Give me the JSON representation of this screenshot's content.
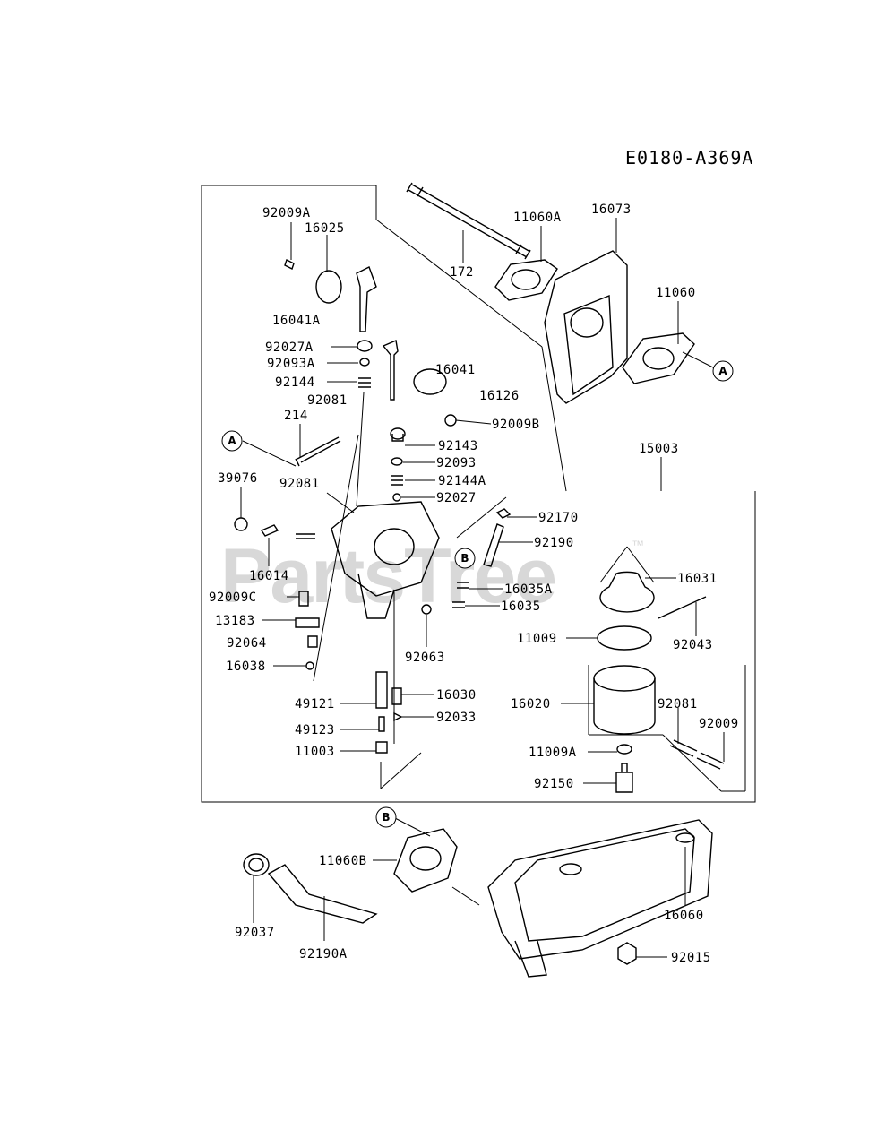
{
  "diagram_code": "E0180-A369A",
  "watermark": {
    "text": "PartsTree",
    "trademark": "™"
  },
  "callouts": {
    "A": "A",
    "B": "B"
  },
  "parts": {
    "p92009A": "92009A",
    "p16025": "16025",
    "p16041A": "16041A",
    "p92027A": "92027A",
    "p92093A": "92093A",
    "p92144": "92144",
    "p92081a": "92081",
    "p214": "214",
    "p39076": "39076",
    "p92081b": "92081",
    "p16014": "16014",
    "p92009C": "92009C",
    "p13183": "13183",
    "p92064": "92064",
    "p16038": "16038",
    "p49121": "49121",
    "p49123": "49123",
    "p11003": "11003",
    "p172": "172",
    "p11060A": "11060A",
    "p16073": "16073",
    "p11060": "11060",
    "p16041": "16041",
    "p16126": "16126",
    "p92009B": "92009B",
    "p92143": "92143",
    "p92093": "92093",
    "p92144A": "92144A",
    "p92027": "92027",
    "p92170": "92170",
    "p92190": "92190",
    "p16035A": "16035A",
    "p16035": "16035",
    "p92063": "92063",
    "p16030": "16030",
    "p92033": "92033",
    "p15003": "15003",
    "p16031": "16031",
    "p11009": "11009",
    "p92043": "92043",
    "p16020": "16020",
    "p92081c": "92081",
    "p92009": "92009",
    "p11009A": "11009A",
    "p92150": "92150",
    "p11060B": "11060B",
    "p92037": "92037",
    "p92190A": "92190A",
    "p16060": "16060",
    "p92015": "92015"
  }
}
